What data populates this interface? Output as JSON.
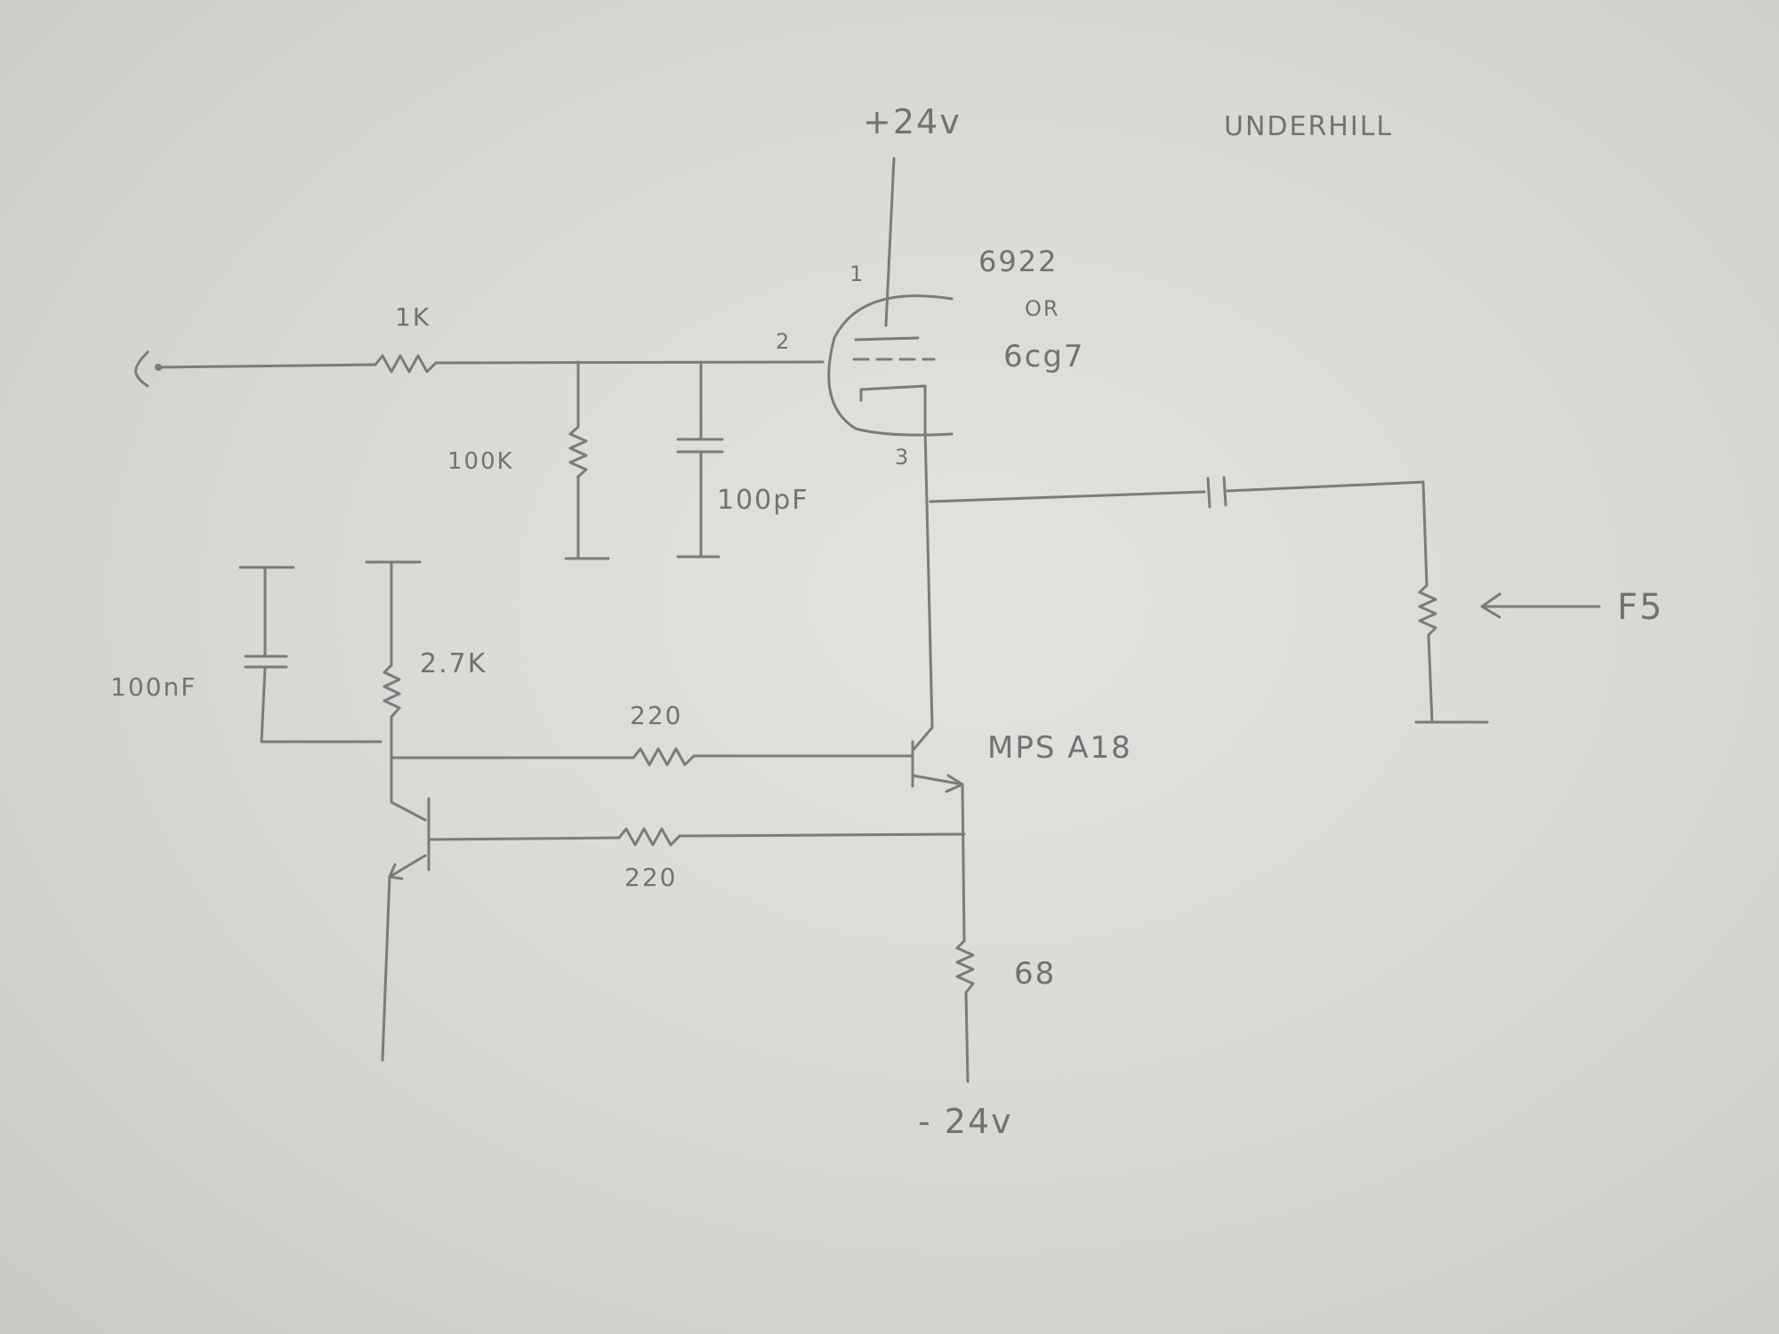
{
  "labels": {
    "supply_pos": "+24v",
    "supply_neg": "- 24v",
    "author": "UNDERHILL",
    "tube_type": "6922",
    "tube_or": "OR",
    "tube_alt": "6cg7",
    "pin_plate": "1",
    "pin_grid": "2",
    "pin_cathode": "3",
    "r_input": "1K",
    "r_grid": "100K",
    "c_grid": "100pF",
    "c_bypass": "100nF",
    "r_bias": "2.7K",
    "r_base_upper": "220",
    "r_base_lower": "220",
    "transistor": "MPS A18",
    "r_emitter": "68",
    "output": "F5"
  }
}
